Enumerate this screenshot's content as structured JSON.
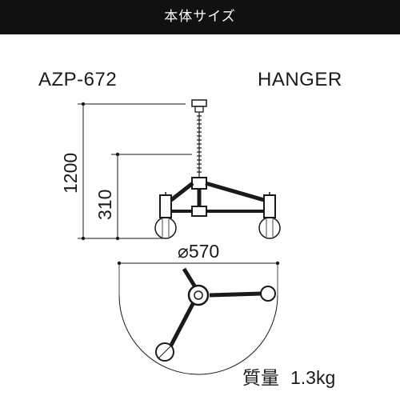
{
  "header": {
    "title": "本体サイズ"
  },
  "product": {
    "model": "AZP-672",
    "type": "HANGER"
  },
  "dimensions": {
    "height_total": "1200",
    "height_body": "310",
    "diameter": "⌀570"
  },
  "weight": {
    "label": "質量",
    "value": "1.3kg"
  }
}
